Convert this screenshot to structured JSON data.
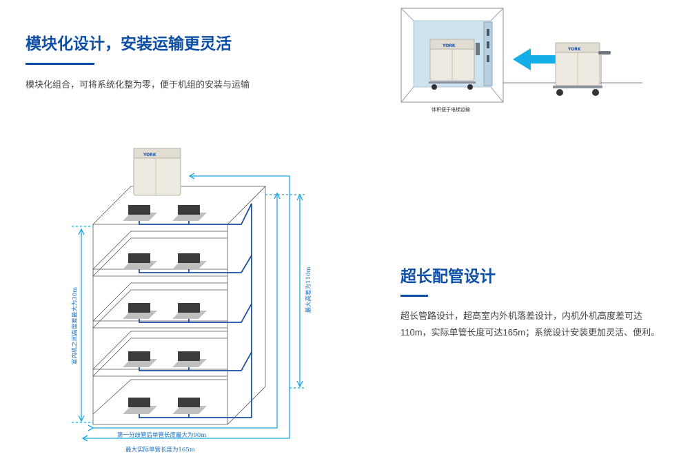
{
  "section1": {
    "title": "模块化设计，安装运输更灵活",
    "description": "模块化组合，可将系统化整为零，便于机组的安装与运输",
    "figure_caption": "体积便于电梯运输",
    "unit_brand": "YORK"
  },
  "section2": {
    "title": "超长配管设计",
    "description_line1": "超长管路设计，超高室内外机落差设计，内机外机高度差可达",
    "description_line2": "110m，实际单管长度可达165m；系统设计安装更加灵活、便利。",
    "labels": {
      "indoor_height_diff": "室内机之间高度差最大为30m",
      "max_height_diff": "最大高差为110m",
      "branch_pipe_length": "第一分歧管后单管长度最大为90m",
      "max_pipe_length": "最大实际单管长度为165m"
    }
  },
  "colors": {
    "accent": "#0d4ea6",
    "pipe": "#1a4fa0",
    "dimension": "#19a8e0",
    "arrow": "#15aee8"
  }
}
